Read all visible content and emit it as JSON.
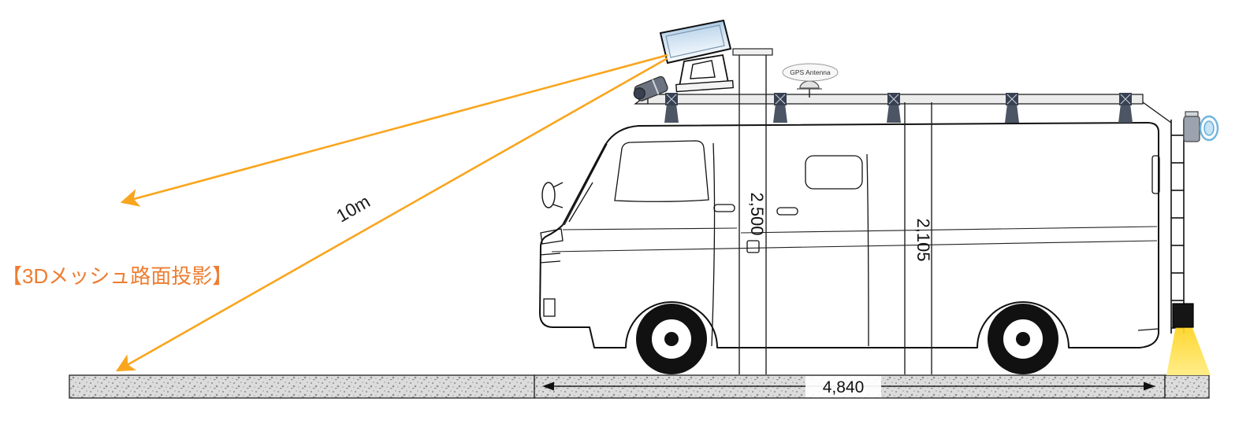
{
  "diagram": {
    "title": "【3Dメッシュ路面投影】",
    "distance_label": "10m",
    "gps_label": "GPS Antenna",
    "dimensions": {
      "projector_height": "2,500",
      "vehicle_height": "2,105",
      "vehicle_length": "4,840"
    },
    "colors": {
      "projection_line": "#F9A51D",
      "title_text": "#ED7D31",
      "beam": "#FFDE4D",
      "panel_screen": "#BDD7EE",
      "ground_fill": "#DCDCDC",
      "ground_speckle": "#8F8F8F"
    }
  }
}
